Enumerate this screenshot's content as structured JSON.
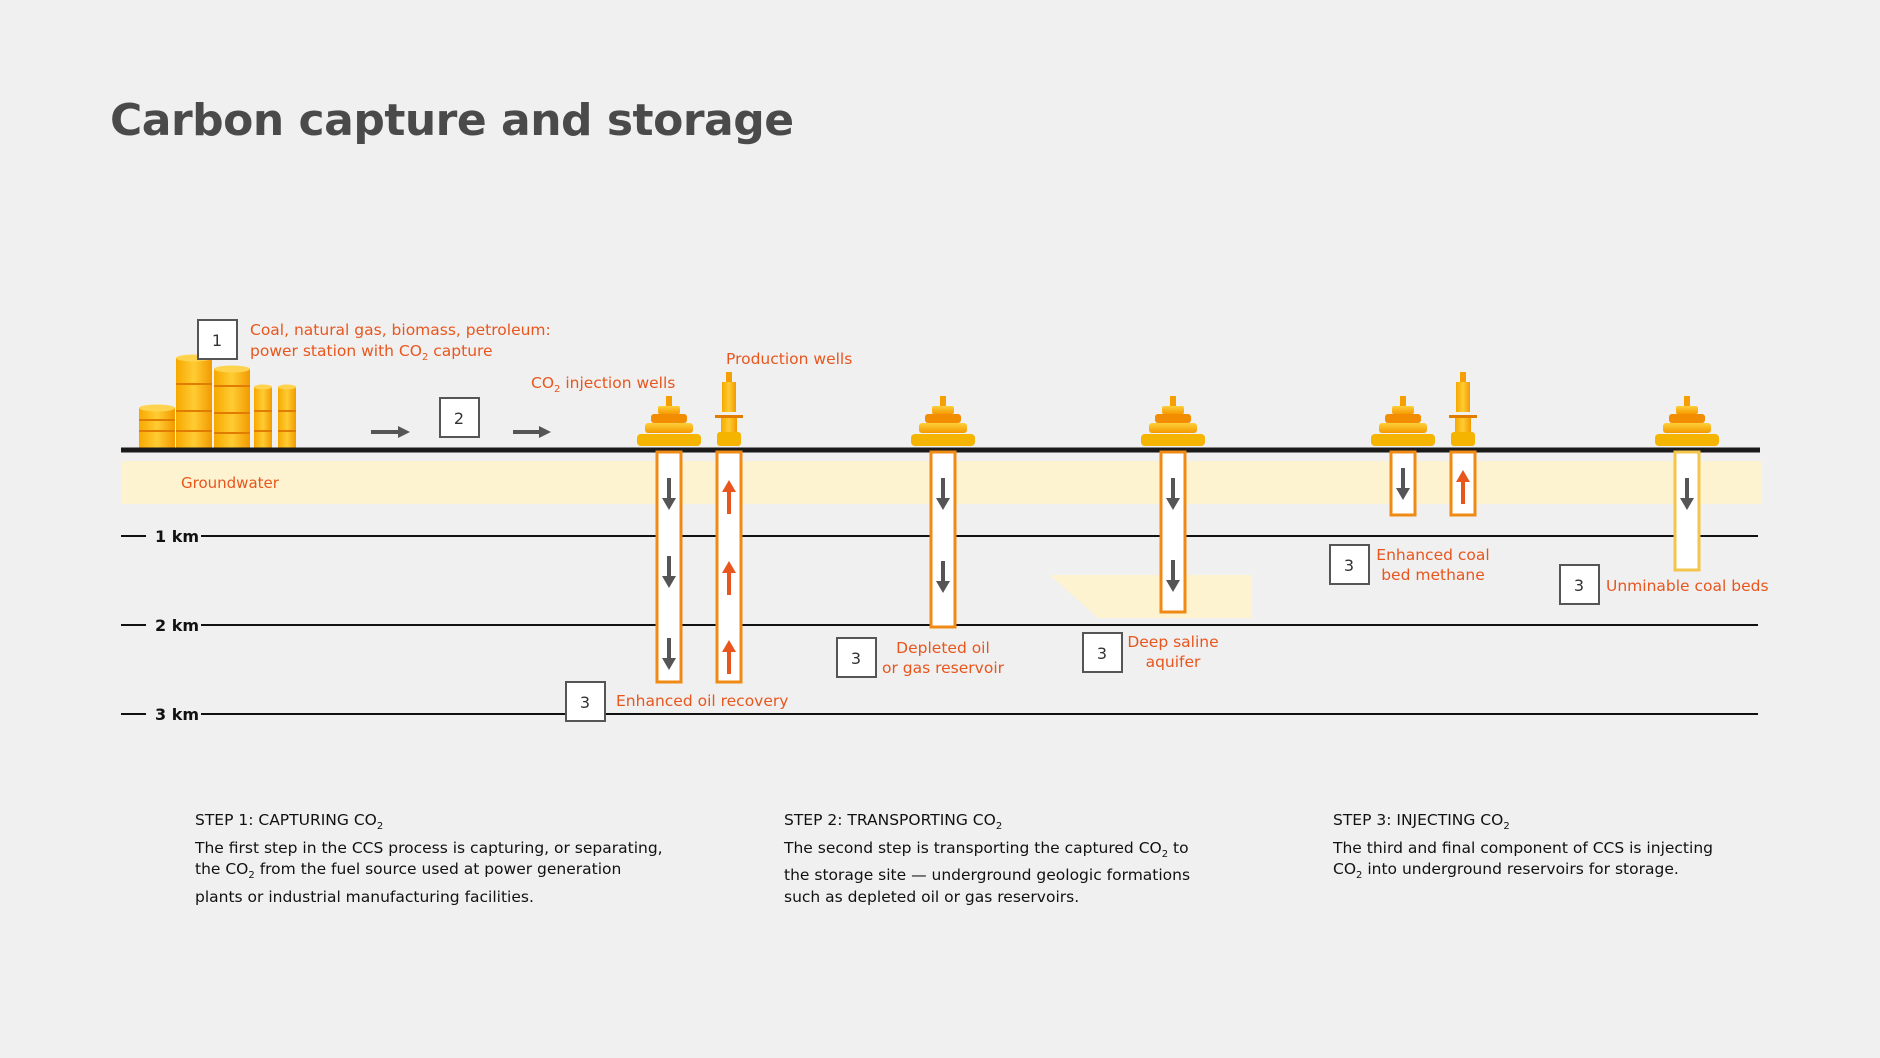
{
  "title": "Carbon capture and storage",
  "colors": {
    "accent": "#e8561e",
    "well_outline": "#ef8a14",
    "well_yellow": "#f5b400",
    "groundwater": "#fdf3d0",
    "ground_line": "#1a1a1a",
    "arrow_gray": "#555555"
  },
  "depth_labels": [
    "1 km",
    "2 km",
    "3 km"
  ],
  "labels": {
    "step1_badge": "1",
    "step2_badge": "2",
    "step3_badge": "3",
    "power_station_line1": "Coal, natural gas, biomass, petroleum:",
    "power_station_line2_pre": "power station with CO",
    "power_station_line2_sub": "2",
    "power_station_line2_post": " capture",
    "injection_wells_pre": "CO",
    "injection_wells_sub": "2",
    "injection_wells_post": " injection wells",
    "production_wells": "Production wells",
    "groundwater": "Groundwater",
    "enhanced_oil_recovery": "Enhanced oil recovery",
    "depleted_line1": "Depleted oil",
    "depleted_line2": "or gas reservoir",
    "saline_line1": "Deep saline",
    "saline_line2": "aquifer",
    "coal_methane_line1": "Enhanced coal",
    "coal_methane_line2": "bed methane",
    "unminable": "Unminable coal beds"
  },
  "steps": [
    {
      "heading_pre": "STEP 1: CAPTURING CO",
      "heading_sub": "2",
      "line1": "The first step in the CCS process is capturing, or separating,",
      "line2_pre": "the CO",
      "line2_sub": "2",
      "line2_post": " from the fuel source used at power generation",
      "line3": "plants or industrial manufacturing facilities."
    },
    {
      "heading_pre": "STEP 2: TRANSPORTING CO",
      "heading_sub": "2",
      "line1_pre": "The second step is transporting the captured CO",
      "line1_sub": "2",
      "line1_post": " to",
      "line2": "the storage site — underground geologic formations",
      "line3": "such as depleted oil or gas reservoirs."
    },
    {
      "heading_pre": "STEP 3: INJECTING CO",
      "heading_sub": "2",
      "line1": "The third and final component of CCS is injecting",
      "line2_pre": "CO",
      "line2_sub": "2",
      "line2_post": " into underground reservoirs for storage."
    }
  ]
}
